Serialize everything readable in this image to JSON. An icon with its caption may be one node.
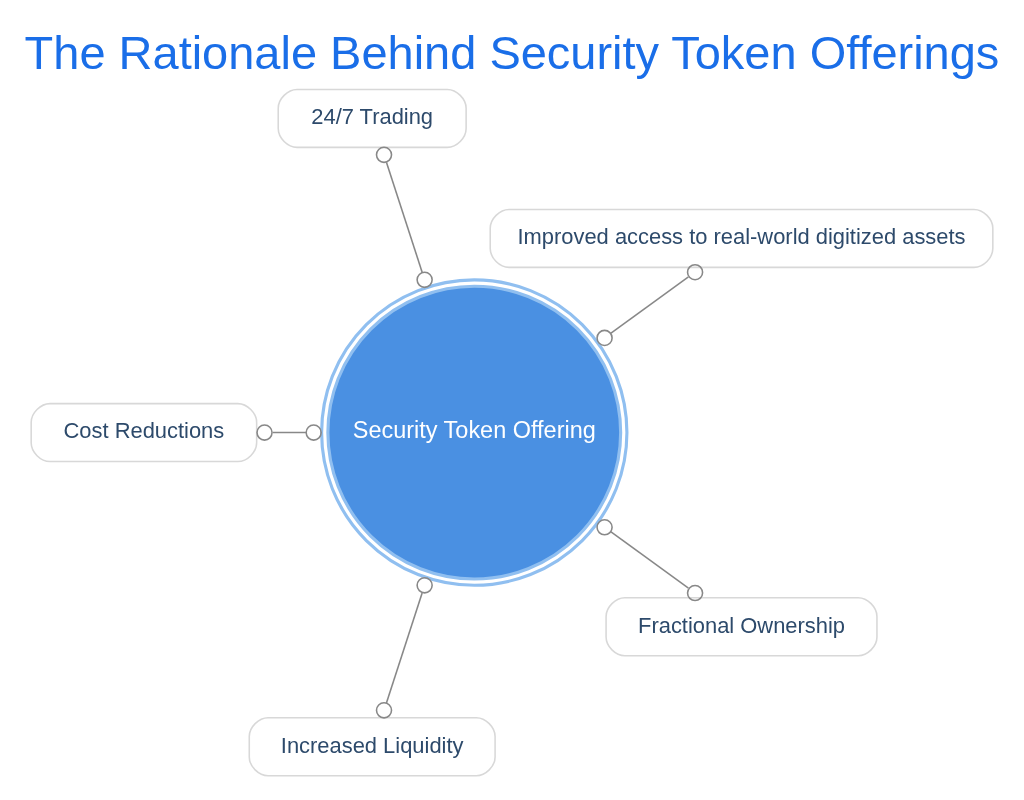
{
  "diagram": {
    "title": "The Rationale Behind Security Token Offerings",
    "nodes": [
      {
        "text": [
          "Improved access to real-world digitized assets"
        ]
      },
      {
        "text": [
          "24/7 Trading"
        ]
      },
      {
        "text": [
          "Security Token Offering"
        ]
      },
      {
        "text": [
          "Cost Reductions"
        ]
      },
      {
        "text": [
          "Increased Liquidity"
        ]
      },
      {
        "text": [
          "Fractional Ownership"
        ]
      }
    ],
    "edges": [
      {
        "from": 2,
        "to": 0,
        "arrow": "other"
      },
      {
        "from": 2,
        "to": 1,
        "arrow": "other"
      },
      {
        "from": 2,
        "to": 3,
        "arrow": "other"
      },
      {
        "from": 2,
        "to": 4,
        "arrow": "other"
      },
      {
        "from": 2,
        "to": 5,
        "arrow": "other"
      }
    ]
  }
}
